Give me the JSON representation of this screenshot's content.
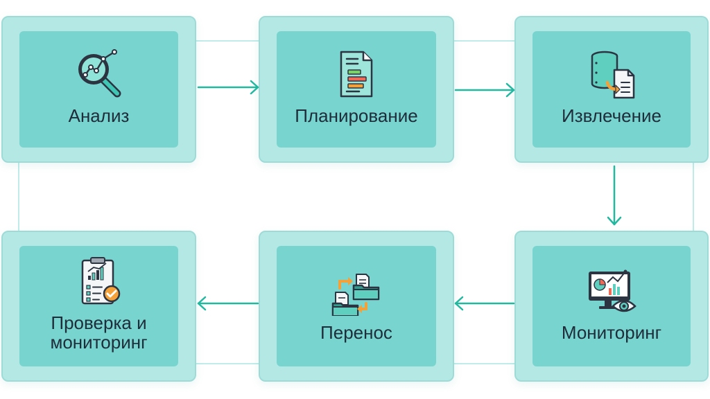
{
  "steps": [
    {
      "label": "Анализ",
      "icon": "analysis-magnifier-icon"
    },
    {
      "label": "Планирование",
      "icon": "plan-document-icon"
    },
    {
      "label": "Извлечение",
      "icon": "database-extract-icon"
    },
    {
      "label": "Мониторинг",
      "icon": "monitor-eye-icon"
    },
    {
      "label": "Перенос",
      "icon": "folder-transfer-icon"
    },
    {
      "label": "Проверка и\nмониторинг",
      "icon": "clipboard-check-icon"
    }
  ],
  "flow": [
    [
      "Анализ",
      "Планирование"
    ],
    [
      "Планирование",
      "Извлечение"
    ],
    [
      "Извлечение",
      "Мониторинг"
    ],
    [
      "Мониторинг",
      "Перенос"
    ],
    [
      "Перенос",
      "Проверка и\nмониторинг"
    ]
  ],
  "colors": {
    "card_outer": "#b4e8e5",
    "card_inner": "#78d4cf",
    "arrow": "#22b8a0",
    "text": "#1f2c3a"
  }
}
